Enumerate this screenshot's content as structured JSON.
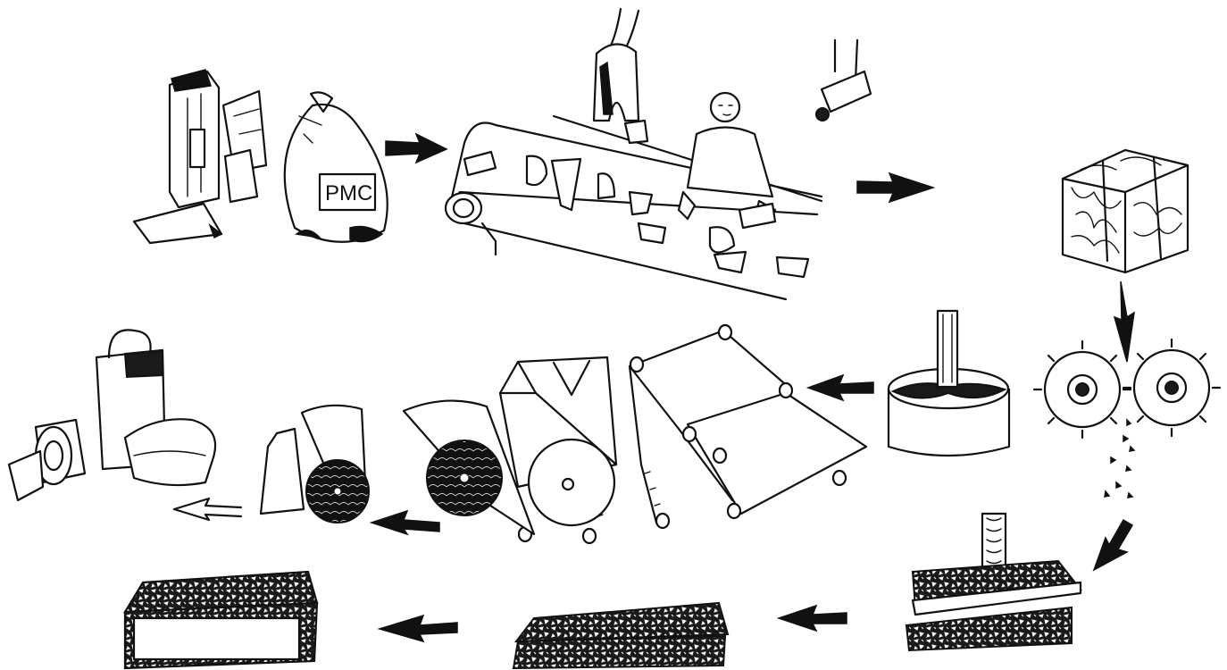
{
  "title": "",
  "bag_label": "PMC",
  "process_steps": [
    {
      "id": "collection",
      "icon": "waste-bags-icon"
    },
    {
      "id": "sorting",
      "icon": "conveyor-belt-sorting-icon"
    },
    {
      "id": "baling",
      "icon": "bale-icon"
    },
    {
      "id": "shredding",
      "icon": "shredder-gears-icon"
    },
    {
      "id": "pressing",
      "icon": "press-icon"
    },
    {
      "id": "boards",
      "icon": "composite-board-icon"
    },
    {
      "id": "crate",
      "icon": "crate-product-icon"
    },
    {
      "id": "extrusion",
      "icon": "extruder-icon"
    },
    {
      "id": "film-line",
      "icon": "film-rollers-icon"
    },
    {
      "id": "film-rolls",
      "icon": "film-roll-icon"
    },
    {
      "id": "end-products",
      "icon": "bags-products-icon"
    }
  ],
  "colors": {
    "ink": "#111111",
    "paper": "#ffffff"
  }
}
